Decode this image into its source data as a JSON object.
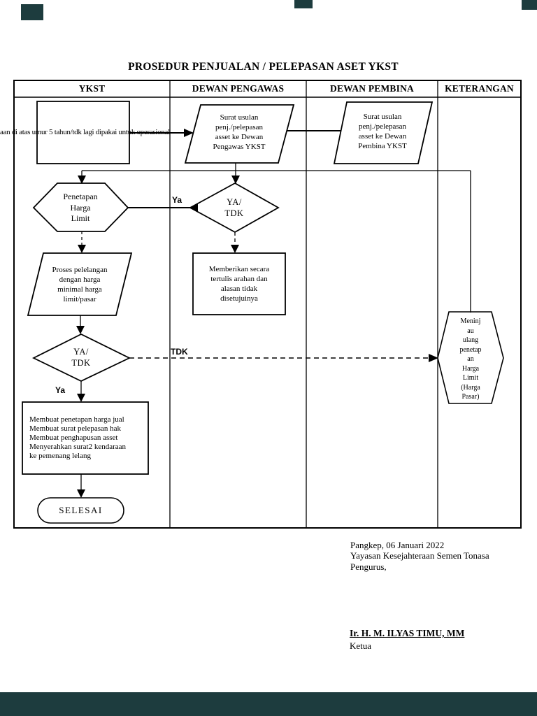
{
  "page": {
    "title": "PROSEDUR PENJUALAN  / PELEPASAN ASET YKST"
  },
  "table": {
    "headers": [
      "YKST",
      "DEWAN PENGAWAS",
      "DEWAN PEMBINA",
      "KETERANGAN"
    ]
  },
  "flow": {
    "cutoff_note": "aan di atas umur 5 tahun/tdk lagi dipakai untuk operasional",
    "usulan_pengawas": {
      "lines": [
        "Surat usulan",
        "penj./pelepasan",
        "asset ke Dewan",
        "Pengawas YKST"
      ]
    },
    "usulan_pembina": {
      "lines": [
        "Surat usulan",
        "penj./pelepasan",
        "asset ke Dewan",
        "Pembina YKST"
      ]
    },
    "penetapan_harga": {
      "lines": [
        "Penetapan",
        "Harga",
        "Limit"
      ]
    },
    "decision_pengawas": {
      "lines": [
        "YA/",
        "TDK"
      ]
    },
    "memberikan": {
      "lines": [
        "Memberikan secara",
        "tertulis arahan dan",
        "alasan tidak",
        "disetujuinya"
      ]
    },
    "pelelangan": {
      "lines": [
        "Proses pelelangan",
        "dengan harga",
        "minimal harga",
        "limit/pasar"
      ]
    },
    "decision_ykst": {
      "lines": [
        "YA/",
        "TDK"
      ]
    },
    "membuat": {
      "lines": [
        "Membuat penetapan harga jual",
        "Membuat surat pelepasan hak",
        "Membuat penghapusan asset",
        "Menyerahkan surat2 kendaraan",
        "ke pemenang lelang"
      ]
    },
    "selesai": "SELESAI",
    "meninjau": {
      "lines": [
        "Meninj",
        "au",
        "ulang",
        "penetap",
        "an",
        "Harga",
        "Limit",
        "(Harga",
        "Pasar)"
      ]
    },
    "labels": {
      "ya_pengawas": "Ya",
      "tdk_ykst": "TDK",
      "ya_ykst": "Ya"
    }
  },
  "footer": {
    "place_date": "Pangkep, 06 Januari 2022",
    "org": "Yayasan Kesejahteraan Semen Tonasa",
    "pengurus": "Pengurus,",
    "signatory": "Ir. H. M. ILYAS TIMU, MM",
    "role": "Ketua"
  },
  "colors": {
    "ink": "#000000",
    "paper": "#ffffff",
    "backdrop": "#1d3c3e"
  }
}
